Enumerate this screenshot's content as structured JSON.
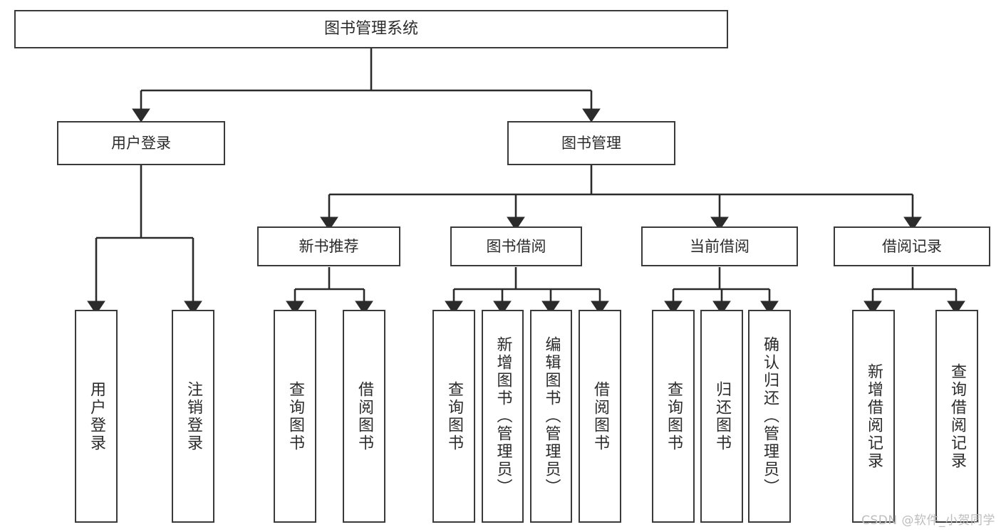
{
  "diagram": {
    "type": "tree-hierarchy",
    "title": "图书管理系统",
    "watermark": "CSDN @软件_小贺同学",
    "colors": {
      "box_border": "#3a3a3a",
      "box_fill": "#ffffff",
      "edge": "#2b2b2b",
      "text": "#2b2b2b",
      "watermark": "#bdbdbd"
    },
    "nodes": {
      "root": {
        "label": "图书管理系统",
        "level": 1,
        "orientation": "horizontal"
      },
      "level2": [
        {
          "label": "用户登录",
          "orientation": "horizontal"
        },
        {
          "label": "图书管理",
          "orientation": "horizontal"
        }
      ],
      "level3": [
        {
          "label": "新书推荐",
          "orientation": "horizontal",
          "parent": "图书管理"
        },
        {
          "label": "图书借阅",
          "orientation": "horizontal",
          "parent": "图书管理"
        },
        {
          "label": "当前借阅",
          "orientation": "horizontal",
          "parent": "图书管理"
        },
        {
          "label": "借阅记录",
          "orientation": "horizontal",
          "parent": "图书管理"
        }
      ],
      "leaves": [
        {
          "label": "用户登录",
          "orientation": "vertical",
          "parent": "用户登录"
        },
        {
          "label": "注销登录",
          "orientation": "vertical",
          "parent": "用户登录"
        },
        {
          "label": "查询图书",
          "orientation": "vertical",
          "parent": "新书推荐"
        },
        {
          "label": "借阅图书",
          "orientation": "vertical",
          "parent": "新书推荐"
        },
        {
          "label": "查询图书",
          "orientation": "vertical",
          "parent": "图书借阅"
        },
        {
          "label": "新增图书（管理员）",
          "orientation": "vertical",
          "parent": "图书借阅"
        },
        {
          "label": "编辑图书（管理员）",
          "orientation": "vertical",
          "parent": "图书借阅"
        },
        {
          "label": "借阅图书",
          "orientation": "vertical",
          "parent": "图书借阅"
        },
        {
          "label": "查询图书",
          "orientation": "vertical",
          "parent": "当前借阅"
        },
        {
          "label": "归还图书",
          "orientation": "vertical",
          "parent": "当前借阅"
        },
        {
          "label": "确认归还（管理员）",
          "orientation": "vertical",
          "parent": "当前借阅"
        },
        {
          "label": "新增借阅记录",
          "orientation": "vertical",
          "parent": "借阅记录"
        },
        {
          "label": "查询借阅记录",
          "orientation": "vertical",
          "parent": "借阅记录"
        }
      ]
    }
  }
}
